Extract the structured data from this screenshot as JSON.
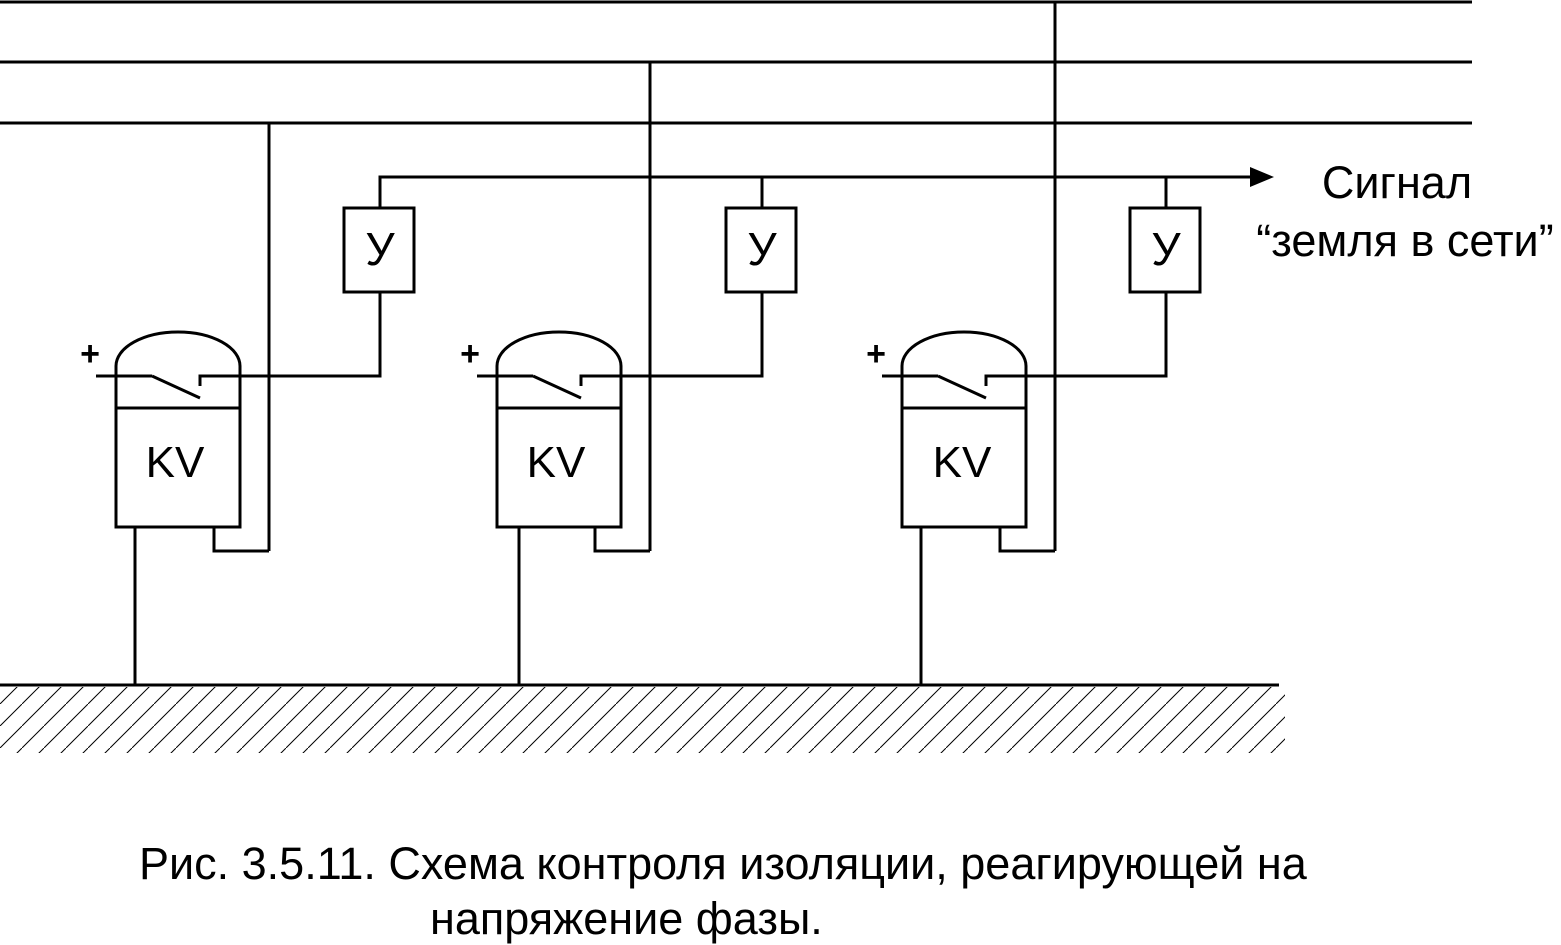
{
  "diagram": {
    "amplifier_label": "У",
    "relay_label": "KV",
    "plus_sign": "+",
    "signal_line1": "Сигнал",
    "signal_line2": "“земля в сети”",
    "units": [
      {
        "id": "unit-1"
      },
      {
        "id": "unit-2"
      },
      {
        "id": "unit-3"
      }
    ]
  },
  "caption": {
    "line1": "Рис. 3.5.11. Схема контроля изоляции, реагирующей на",
    "line2": "напряжение фазы."
  }
}
